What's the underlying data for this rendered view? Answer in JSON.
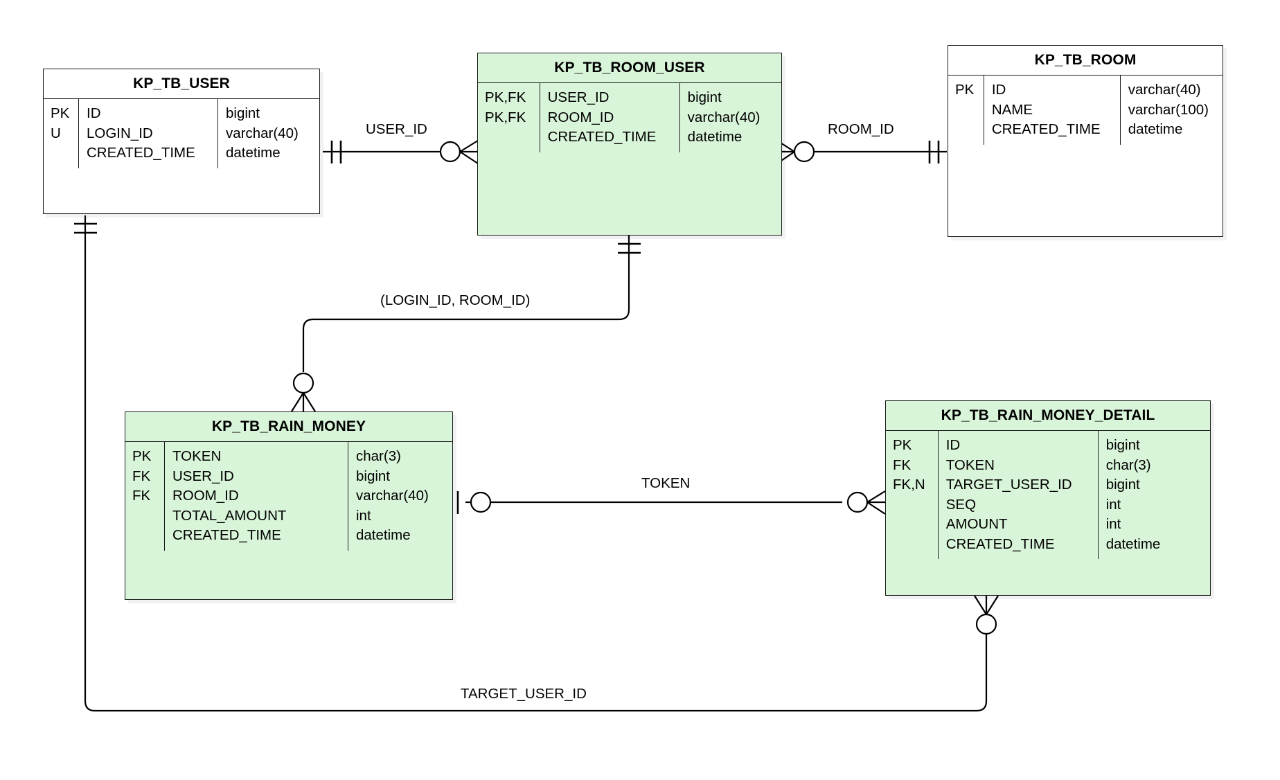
{
  "diagram": {
    "type": "entity-relationship-diagram",
    "background": "#ffffff",
    "entity_fill_default": "#ffffff",
    "entity_fill_highlight": "#d9f5d9",
    "line_color": "#000000"
  },
  "entities": [
    {
      "id": "kp_tb_user",
      "title": "KP_TB_USER",
      "highlighted": false,
      "rows": [
        {
          "key": "PK",
          "name": "ID",
          "type": "bigint"
        },
        {
          "key": "U",
          "name": "LOGIN_ID",
          "type": "varchar(40)"
        },
        {
          "key": "",
          "name": "CREATED_TIME",
          "type": "datetime"
        }
      ]
    },
    {
      "id": "kp_tb_room_user",
      "title": "KP_TB_ROOM_USER",
      "highlighted": true,
      "rows": [
        {
          "key": "PK,FK",
          "name": "USER_ID",
          "type": "bigint"
        },
        {
          "key": "PK,FK",
          "name": "ROOM_ID",
          "type": "varchar(40)"
        },
        {
          "key": "",
          "name": "CREATED_TIME",
          "type": "datetime"
        }
      ]
    },
    {
      "id": "kp_tb_room",
      "title": "KP_TB_ROOM",
      "highlighted": false,
      "rows": [
        {
          "key": "PK",
          "name": "ID",
          "type": "varchar(40)"
        },
        {
          "key": "",
          "name": "NAME",
          "type": "varchar(100)"
        },
        {
          "key": "",
          "name": "CREATED_TIME",
          "type": "datetime"
        }
      ]
    },
    {
      "id": "kp_tb_rain_money",
      "title": "KP_TB_RAIN_MONEY",
      "highlighted": true,
      "rows": [
        {
          "key": "PK",
          "name": "TOKEN",
          "type": "char(3)"
        },
        {
          "key": "FK",
          "name": "USER_ID",
          "type": "bigint"
        },
        {
          "key": "FK",
          "name": "ROOM_ID",
          "type": "varchar(40)"
        },
        {
          "key": "",
          "name": "TOTAL_AMOUNT",
          "type": "int"
        },
        {
          "key": "",
          "name": "CREATED_TIME",
          "type": "datetime"
        }
      ]
    },
    {
      "id": "kp_tb_rain_money_detail",
      "title": "KP_TB_RAIN_MONEY_DETAIL",
      "highlighted": true,
      "rows": [
        {
          "key": "PK",
          "name": "ID",
          "type": "bigint"
        },
        {
          "key": "FK",
          "name": "TOKEN",
          "type": "char(3)"
        },
        {
          "key": "FK,N",
          "name": "TARGET_USER_ID",
          "type": "bigint"
        },
        {
          "key": "",
          "name": "SEQ",
          "type": "int"
        },
        {
          "key": "",
          "name": "AMOUNT",
          "type": "int"
        },
        {
          "key": "",
          "name": "CREATED_TIME",
          "type": "datetime"
        }
      ]
    }
  ],
  "relationships": [
    {
      "id": "rel_user_id",
      "label": "USER_ID",
      "from": "kp_tb_user",
      "to": "kp_tb_room_user"
    },
    {
      "id": "rel_room_id",
      "label": "ROOM_ID",
      "from": "kp_tb_room_user",
      "to": "kp_tb_room"
    },
    {
      "id": "rel_login_room",
      "label": "(LOGIN_ID, ROOM_ID)",
      "from": "kp_tb_room_user",
      "to": "kp_tb_rain_money"
    },
    {
      "id": "rel_token",
      "label": "TOKEN",
      "from": "kp_tb_rain_money",
      "to": "kp_tb_rain_money_detail"
    },
    {
      "id": "rel_target_user_id",
      "label": "TARGET_USER_ID",
      "from": "kp_tb_user",
      "to": "kp_tb_rain_money_detail"
    }
  ]
}
